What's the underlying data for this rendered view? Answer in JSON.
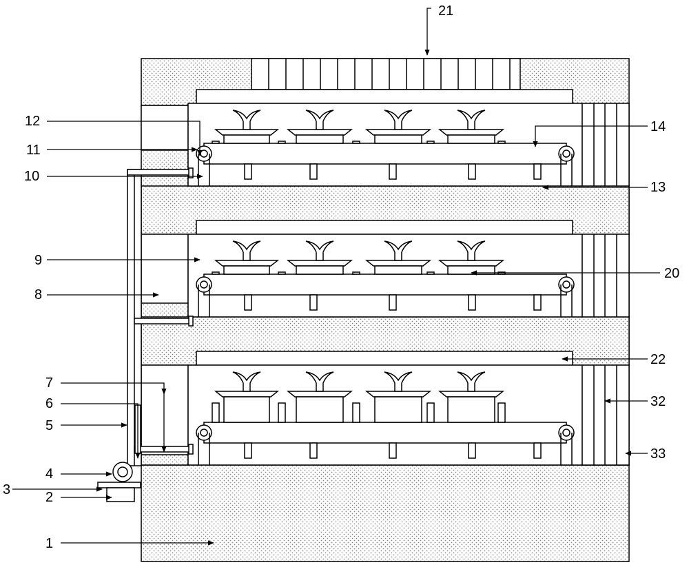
{
  "diagram": {
    "labels": {
      "l1": "1",
      "l2": "2",
      "l3": "3",
      "l4": "4",
      "l5": "5",
      "l6": "6",
      "l7": "7",
      "l8": "8",
      "l9": "9",
      "l10": "10",
      "l11": "11",
      "l12": "12",
      "l13": "13",
      "l14": "14",
      "l20": "20",
      "l21": "21",
      "l22": "22",
      "l32": "32",
      "l33": "33"
    },
    "tiers": 3,
    "pots_per_tier": 4,
    "colors": {
      "line": "#000000",
      "fill": "#ffffff",
      "stipple": "#9a9a9a"
    }
  }
}
